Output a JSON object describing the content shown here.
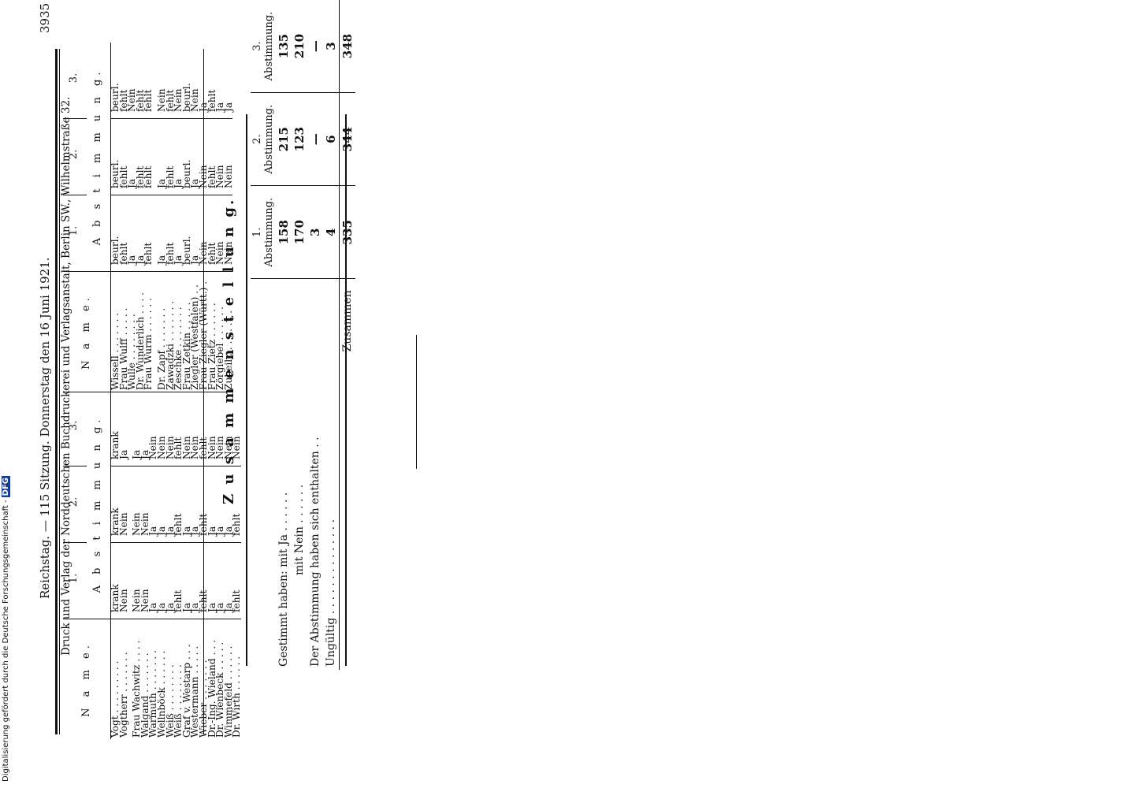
{
  "header": {
    "title": "Reichstag. — 115 Sitzung. Donnerstag den 16 Juni 1921.",
    "page_number": "3935"
  },
  "table_headers": {
    "name": "N a m e.",
    "abstimmung": "A b s t i m m u n g.",
    "col1": "1.",
    "col2": "2.",
    "col3": "3."
  },
  "left_rows": [
    [
      "Vogt . . . . . . . . .",
      "krank",
      "krank",
      "krank"
    ],
    [
      "Vogtherr . . . . . . .",
      "Nein",
      "Nein",
      "Ja"
    ],
    [
      "",
      "",
      "",
      ""
    ],
    [
      "Frau Wachwitz . . . .",
      "Nein",
      "Nein",
      "Ja"
    ],
    [
      "Walgand . . . . . . .",
      "Nein",
      "Nein",
      "Ja"
    ],
    [
      "Warmuth . . . . . . .",
      "Ja",
      "Ja",
      "Nein"
    ],
    [
      "Wellnböck . . . . . .",
      "Ja",
      "Ja",
      "Nein"
    ],
    [
      "Weiß . . . . . . . .",
      "Ja",
      "Ja",
      "Nein"
    ],
    [
      "Weiß . . . . . . . .",
      "fehlt",
      "fehlt",
      "fehlt"
    ],
    [
      "Graf v. Westarp . . .",
      "Ja",
      "Ja",
      "Nein"
    ],
    [
      "Westermann . . . . .",
      "Ja",
      "Ja",
      "Nein"
    ],
    [
      "Wieber . . . . . . .",
      "fehlt",
      "fehlt",
      "fehlt"
    ],
    [
      "Dr.-Ing. Wieland . . .",
      "Ja",
      "Ja",
      "Nein"
    ],
    [
      "Dr. Wienbeck . . . . .",
      "Ja",
      "Ja",
      "Nein"
    ],
    [
      "Wimmefeld . . . . . .",
      "Ja",
      "Ja",
      "Nein"
    ],
    [
      "Dr. Wirth . . . . . .",
      "fehlt",
      "fehlt",
      "Nein"
    ]
  ],
  "right_rows": [
    [
      "Wissell . . . . . . .",
      "beurl.",
      "beurl.",
      "beurl."
    ],
    [
      "Frau Wulff . . . . .",
      "fehlt",
      "fehlt",
      "fehlt"
    ],
    [
      "Wulle . . . . . . . .",
      "Ja",
      "Ja",
      "Nein"
    ],
    [
      "Dr. Wunderlich . . . .",
      "Ja",
      "fehlt",
      "fehlt"
    ],
    [
      "Frau Wurm . . . . . .",
      "fehlt",
      "fehlt",
      "fehlt"
    ],
    [
      "",
      "",
      "",
      ""
    ],
    [
      "Dr. Zapf . . . . . . .",
      "Ja",
      "Ja",
      "Nein"
    ],
    [
      "Zawadzki . . . . . . .",
      "fehlt",
      "fehlt",
      "fehlt"
    ],
    [
      "Zeschke . . . . . . .",
      "Ja",
      "Ja",
      "Nein"
    ],
    [
      "Frau Zetkin . . . . .",
      "beurl.",
      "beurl.",
      "beurl."
    ],
    [
      "Ziegler (Westfalen) . .",
      "Ja",
      "Ja",
      "Nein"
    ],
    [
      "Frau Ziegler (Württ.) .",
      "Nein",
      "Nein",
      "Ja"
    ],
    [
      "Frau Zietz . . . . . .",
      "fehlt",
      "fehlt",
      "fehlt"
    ],
    [
      "Zörgiebel . . . . . .",
      "Nein",
      "Nein",
      "Ja"
    ],
    [
      "Zubeil . . . . . . . .",
      "Nein",
      "Nein",
      "Ja"
    ]
  ],
  "summary": {
    "title": "Z u s a m m e n s t e l l u n g.",
    "columns": [
      "1.\nAbstimmung.",
      "2.\nAbstimmung.",
      "3.\nAbstimmung."
    ],
    "col_heads": [
      "1.",
      "2.",
      "3."
    ],
    "col_sub": "Abstimmung.",
    "rows": [
      {
        "label": "Gestimmt haben: mit Ja . . . . . .",
        "values": [
          "158",
          "215",
          "135"
        ]
      },
      {
        "label": "mit Nein . . . . . .",
        "values": [
          "170",
          "123",
          "210"
        ]
      },
      {
        "label": "Der Abstimmung haben sich enthalten . .",
        "values": [
          "3",
          "—",
          "—"
        ]
      },
      {
        "label": "Ungültig . . . . . . . . . . . . . .",
        "values": [
          "4",
          "6",
          "3"
        ]
      }
    ],
    "total_label": "Zusammen",
    "totals": [
      "335",
      "344",
      "348"
    ]
  },
  "footer": "Druck und Verlag der Norddeutschen Buchdruckerei und Verlagsanstalt, Berlin SW., Wilhelmstraße 32.",
  "digitization_note": "Digitalisierung gefördert durch die Deutsche Forschungsgemeinschaft -",
  "dfg_logo": "DFG"
}
